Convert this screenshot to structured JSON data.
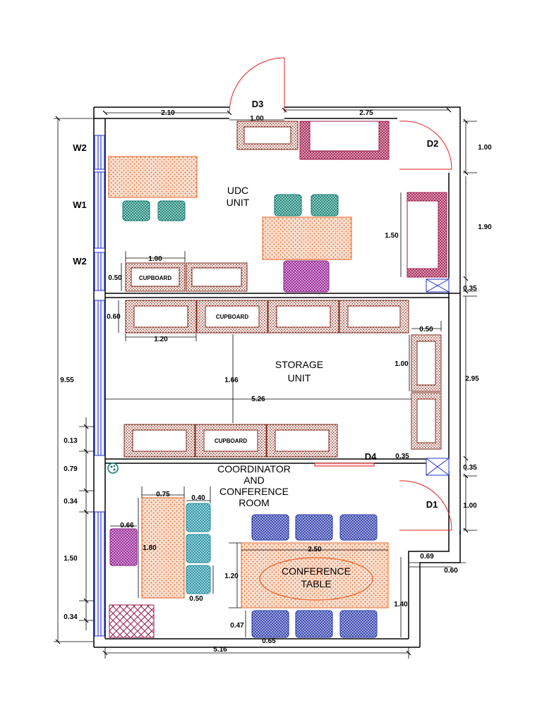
{
  "rooms": {
    "udc_line1": "UDC",
    "udc_line2": "UNIT",
    "storage_line1": "STORAGE",
    "storage_line2": "UNIT",
    "coord_line1": "COORDINATOR",
    "coord_line2": "AND",
    "coord_line3": "CONFERENCE",
    "coord_line4": "ROOM"
  },
  "doors": {
    "d1": "D1",
    "d2": "D2",
    "d3": "D3",
    "d4": "D4"
  },
  "windows": {
    "w1": "W1",
    "w2_top": "W2",
    "w2_mid": "W2"
  },
  "cupboard_label": "CUPBOARD",
  "conference_table_line1": "CONFERENCE",
  "conference_table_line2": "TABLE",
  "dimensions": {
    "top_left": "2.10",
    "top_door": "1.00",
    "top_right": "2.75",
    "right_d2": "1.00",
    "right_1_90": "1.90",
    "right_0_35a": "0.35",
    "right_2_95": "2.95",
    "right_0_35b": "0.35",
    "right_d1": "1.00",
    "notch_0_69": "0.69",
    "notch_0_60": "0.60",
    "left_total": "9.55",
    "left_0_13": "0.13",
    "left_0_79": "0.79",
    "left_0_34a": "0.34",
    "left_1_50": "1.50",
    "left_0_34b": "0.34",
    "bottom_5_16": "5.16",
    "cupboard_w": "1.00",
    "cupboard_h": "0.50",
    "sofa_h": "1.50",
    "shelf_h": "0.60",
    "shelf_w": "1.20",
    "storage_gap": "1.66",
    "storage_width": "5.26",
    "side_cab_w": "0.50",
    "side_cab_h": "1.00",
    "side_0_35": "0.35",
    "desk_w": "0.75",
    "chair_0_40": "0.40",
    "chair_0_66": "0.66",
    "desk_h": "1.80",
    "chair_0_50": "0.50",
    "table_w": "2.50",
    "table_h": "1.20",
    "table_span": "1.40",
    "chair_0_47": "0.47",
    "chair_0_65": "0.65"
  },
  "colors": {
    "wall": "#000000",
    "door": "#e02020",
    "window": "#2030d0",
    "desk_fill": "#fbe0d0",
    "desk_dot": "#e86020",
    "chair_green": "#137a6e",
    "chair_blue": "#2a3aa6",
    "chair_purple": "#8a1a8a",
    "sofa": "#9a1a4a",
    "cabinet": "#7a2a1a",
    "cabinet_dot": "#e06040"
  }
}
